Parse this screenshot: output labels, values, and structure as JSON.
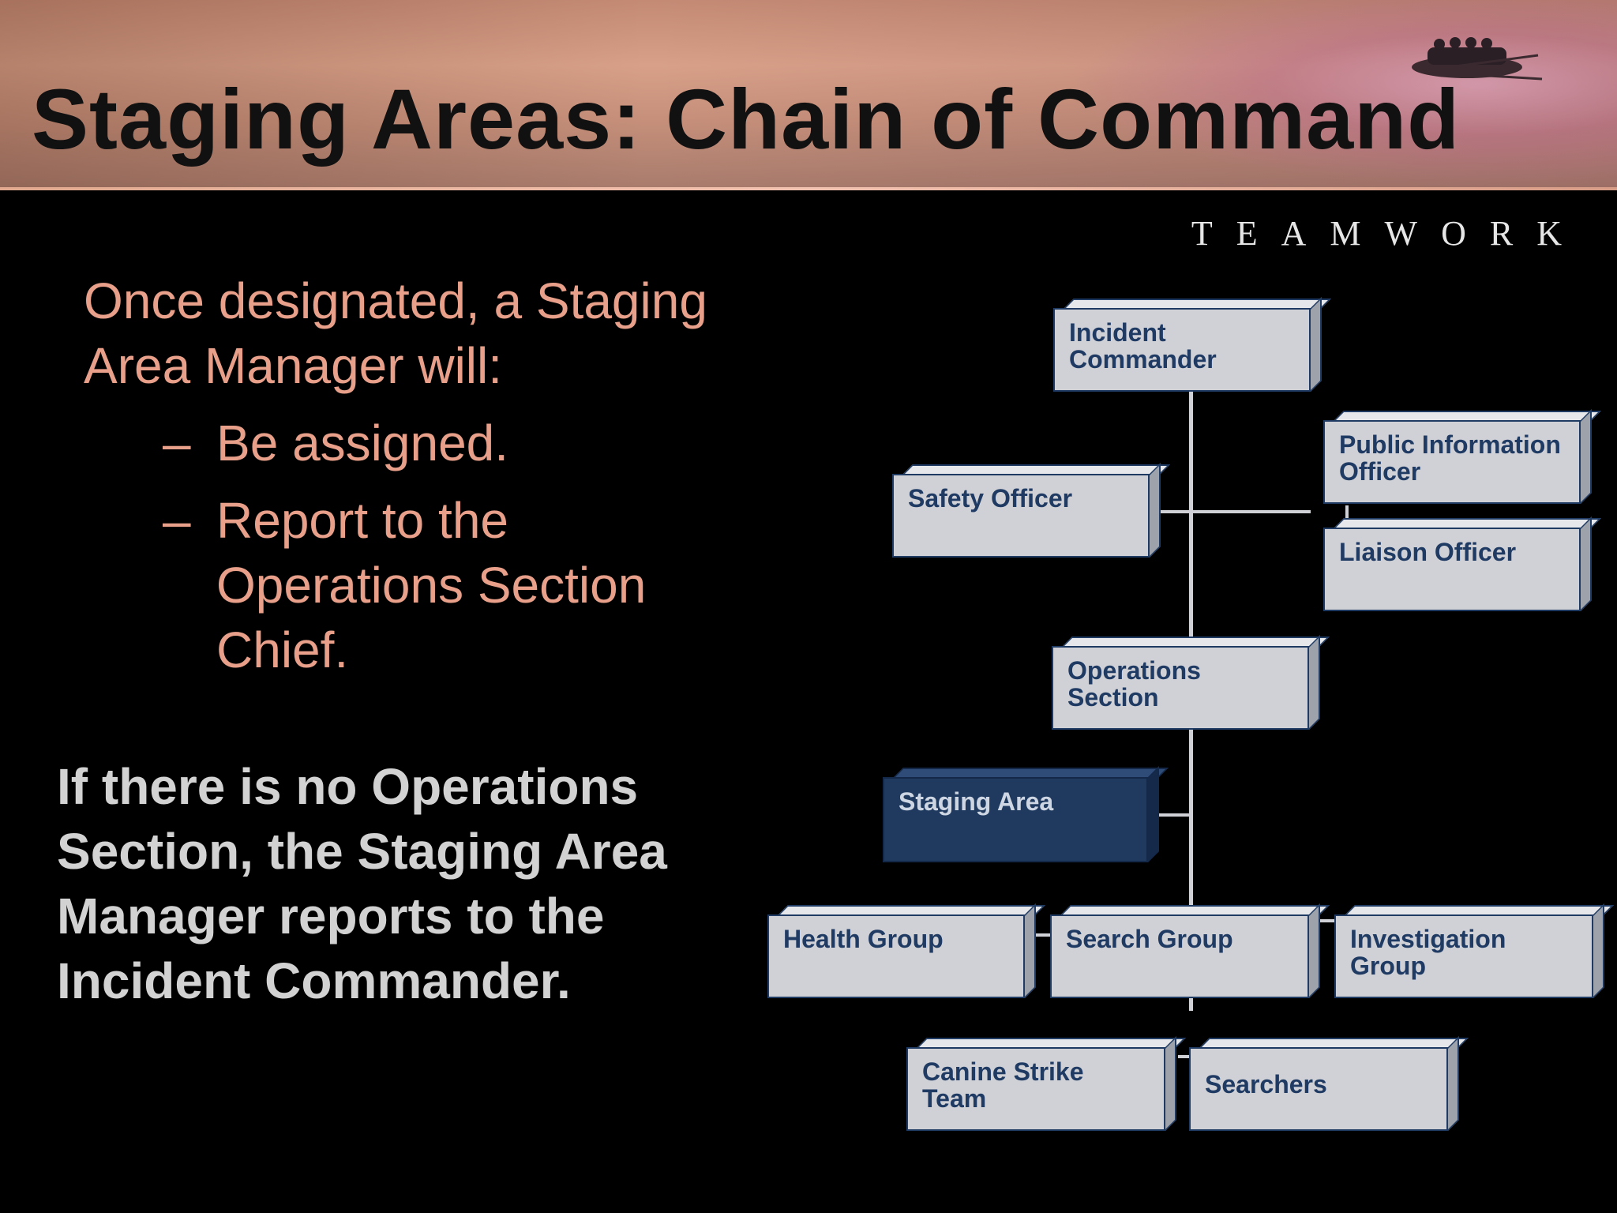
{
  "slide": {
    "title": "Staging Areas:  Chain of Command",
    "brand": "TEAMWORK",
    "intro": "Once designated, a Staging Area Manager will:",
    "bullets": [
      {
        "dash": "–",
        "text": "Be assigned."
      },
      {
        "dash": "–",
        "text": "Report to the Operations Section Chief."
      }
    ],
    "note": "If there is no Operations Section, the Staging Area Manager reports to the Incident Commander."
  },
  "org_chart": {
    "incident_commander": "Incident Commander",
    "public_information_officer": "Public Information Officer",
    "safety_officer": "Safety Officer",
    "liaison_officer": "Liaison Officer",
    "operations_section": "Operations Section",
    "staging_area": "Staging Area",
    "health_group": "Health Group",
    "search_group": "Search Group",
    "investigation_group": "Investigation Group",
    "canine_strike_team": "Canine Strike Team",
    "searchers": "Searchers"
  },
  "colors": {
    "header": "#d8a088",
    "intro_text": "#e8a08a",
    "note_text": "#d2d2d2",
    "box_fill": "#cfd1d6",
    "box_text": "#1f3a63",
    "highlight_box": "#1f3a5e"
  }
}
